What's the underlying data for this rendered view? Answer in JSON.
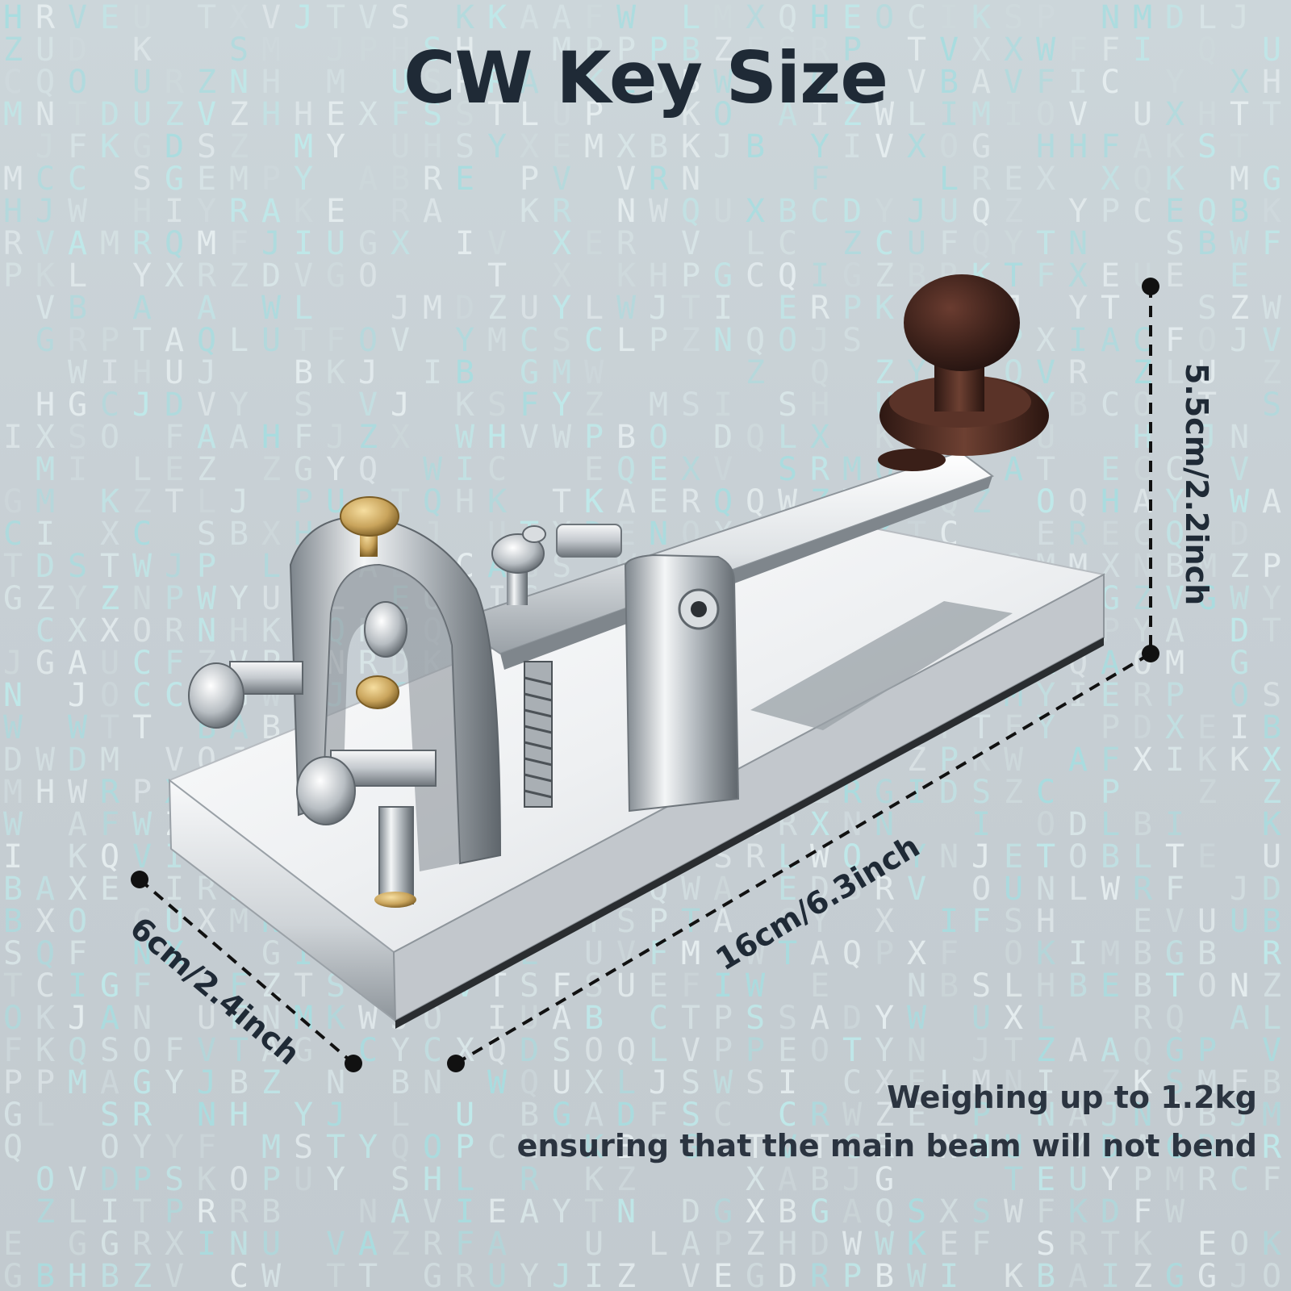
{
  "title": "CW Key Size",
  "dimensions": {
    "height": "5.5cm/2.2inch",
    "length": "16cm/6.3inch",
    "width": "6cm/2.4inch"
  },
  "caption": {
    "line1": "Weighing up to 1.2kg",
    "line2": "ensuring that the main beam will not bend"
  },
  "colors": {
    "title_text": "#1f2a36",
    "dimension_line": "#111111",
    "knob_wood": "#4a2a22",
    "brass_screw": "#c9a45c",
    "chrome": "#e6e9ec"
  }
}
